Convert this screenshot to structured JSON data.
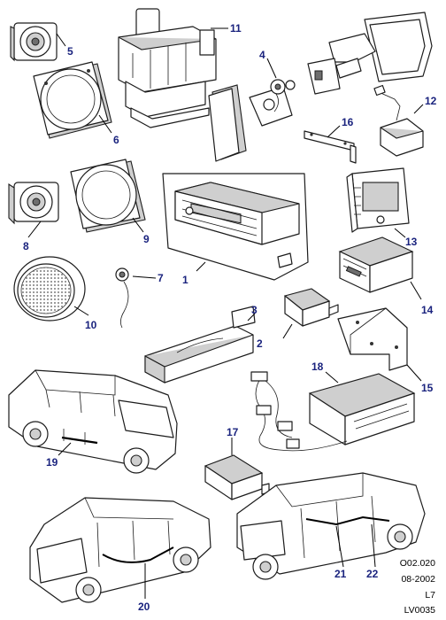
{
  "callouts": {
    "c1": "1",
    "c2": "2",
    "c3": "3",
    "c4": "4",
    "c5": "5",
    "c6": "6",
    "c7": "7",
    "c8": "8",
    "c9": "9",
    "c10": "10",
    "c11": "11",
    "c12": "12",
    "c13": "13",
    "c14": "14",
    "c15": "15",
    "c16": "16",
    "c17": "17",
    "c18": "18",
    "c19": "19",
    "c20": "20",
    "c21": "21",
    "c22": "22"
  },
  "footer": {
    "section_code": "O02.020",
    "date": "08-2002",
    "level": "L7",
    "illustration_id": "LV0035"
  },
  "colors": {
    "callout": "#1a237e",
    "line": "#1c1c1c",
    "shade": "#cfcfcf"
  }
}
